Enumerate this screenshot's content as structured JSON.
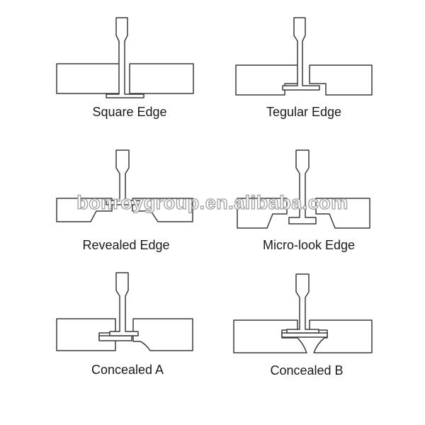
{
  "panels": [
    {
      "id": "square-edge",
      "label": "Square Edge"
    },
    {
      "id": "tegular-edge",
      "label": "Tegular Edge"
    },
    {
      "id": "revealed-edge",
      "label": "Revealed Edge"
    },
    {
      "id": "micro-look-edge",
      "label": "Micro-look Edge"
    },
    {
      "id": "concealed-a",
      "label": "Concealed A"
    },
    {
      "id": "concealed-b",
      "label": "Concealed B"
    }
  ],
  "watermark": "bonroygroup.en.alibaba.com",
  "colors": {
    "stroke": "#3a3a3a",
    "background": "#ffffff",
    "watermark_outline": "#9a9a9a"
  }
}
